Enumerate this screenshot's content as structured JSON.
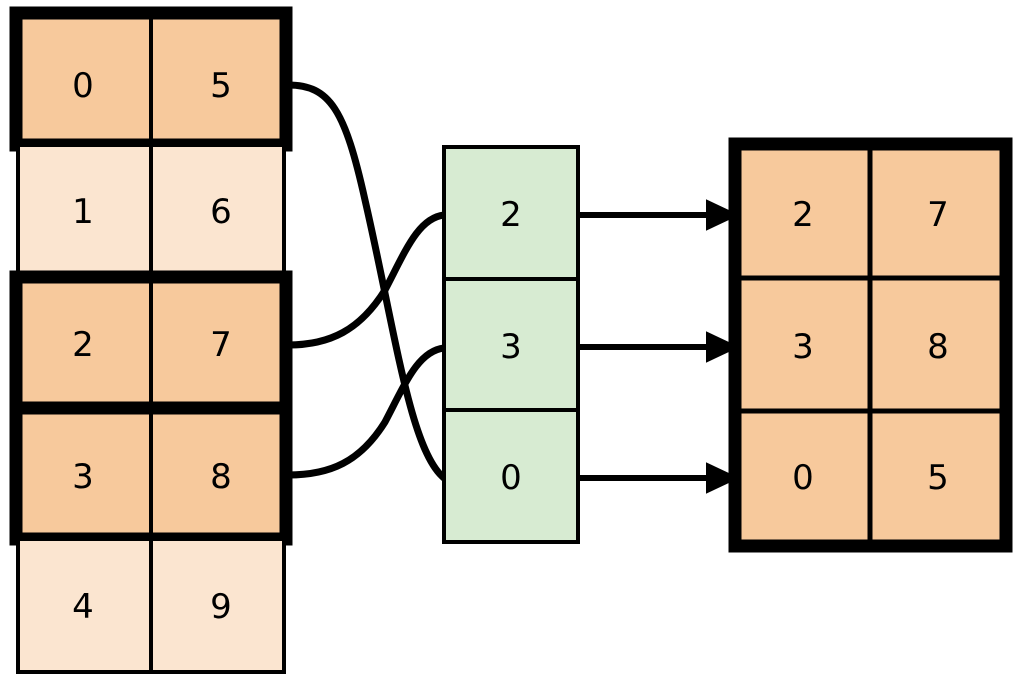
{
  "diagram": {
    "title": "array-gather-scatter-diagram",
    "colors": {
      "highlight_fill": "#f7c99c",
      "normal_fill": "#fbe5d0",
      "index_fill": "#d7ebd2",
      "stroke": "#000000",
      "background": "#ffffff"
    },
    "source_table": {
      "name": "source-array",
      "columns": 2,
      "rows": [
        {
          "cells": [
            "0",
            "5"
          ],
          "highlighted": true
        },
        {
          "cells": [
            "1",
            "6"
          ],
          "highlighted": false
        },
        {
          "cells": [
            "2",
            "7"
          ],
          "highlighted": true
        },
        {
          "cells": [
            "3",
            "8"
          ],
          "highlighted": true
        },
        {
          "cells": [
            "4",
            "9"
          ],
          "highlighted": false
        }
      ]
    },
    "index_column": {
      "name": "index-array",
      "cells": [
        "2",
        "3",
        "0"
      ]
    },
    "result_table": {
      "name": "result-array",
      "columns": 2,
      "rows": [
        {
          "cells": [
            "2",
            "7"
          ]
        },
        {
          "cells": [
            "3",
            "8"
          ]
        },
        {
          "cells": [
            "0",
            "5"
          ]
        }
      ]
    },
    "connectors": [
      {
        "name": "connector-row0-to-index2",
        "from_row": 0,
        "to_index_cell": 2
      },
      {
        "name": "connector-row2-to-index0",
        "from_row": 2,
        "to_index_cell": 0
      },
      {
        "name": "connector-row3-to-index1",
        "from_row": 3,
        "to_index_cell": 1
      }
    ],
    "arrows": [
      {
        "name": "arrow-index0-to-result0",
        "from_index_cell": 0,
        "to_result_row": 0
      },
      {
        "name": "arrow-index1-to-result1",
        "from_index_cell": 1,
        "to_result_row": 1
      },
      {
        "name": "arrow-index2-to-result2",
        "from_index_cell": 2,
        "to_result_row": 2
      }
    ]
  }
}
